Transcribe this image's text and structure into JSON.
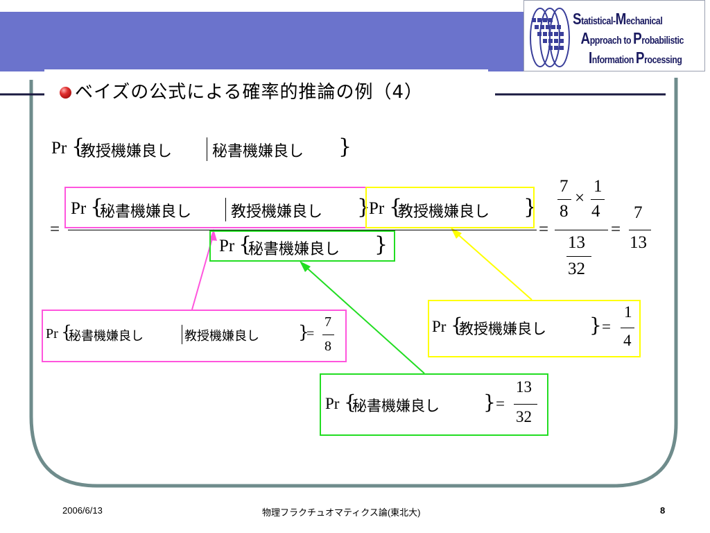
{
  "title": "ベイズの公式による確率的推論の例（4）",
  "logo": {
    "line1_cap": "S",
    "line1_rest": "tatistical-",
    "line1_cap2": "M",
    "line1_rest2": "echanical",
    "line2_cap": "A",
    "line2_rest": "pproach to ",
    "line2_cap2": "P",
    "line2_rest2": "robabilistic",
    "line3_cap": "I",
    "line3_rest": "nformation ",
    "line3_cap2": "P",
    "line3_rest2": "rocessing"
  },
  "equation": {
    "pr": "Pr",
    "professor_good": "教授機嫌良し",
    "secretary_good": "秘書機嫌良し",
    "equals": "=",
    "times": "×",
    "frac_7": "7",
    "frac_8": "8",
    "frac_1": "1",
    "frac_4": "4",
    "frac_13": "13",
    "frac_32": "32"
  },
  "footer": {
    "date": "2006/6/13",
    "center": "物理フラクチュオマティクス論(東北大)",
    "page": "8"
  },
  "colors": {
    "header_band": "#6b73cc",
    "frame": "#6f8c8c",
    "pink": "#ff55dd",
    "yellow": "#ffff00",
    "green": "#22dd22"
  }
}
